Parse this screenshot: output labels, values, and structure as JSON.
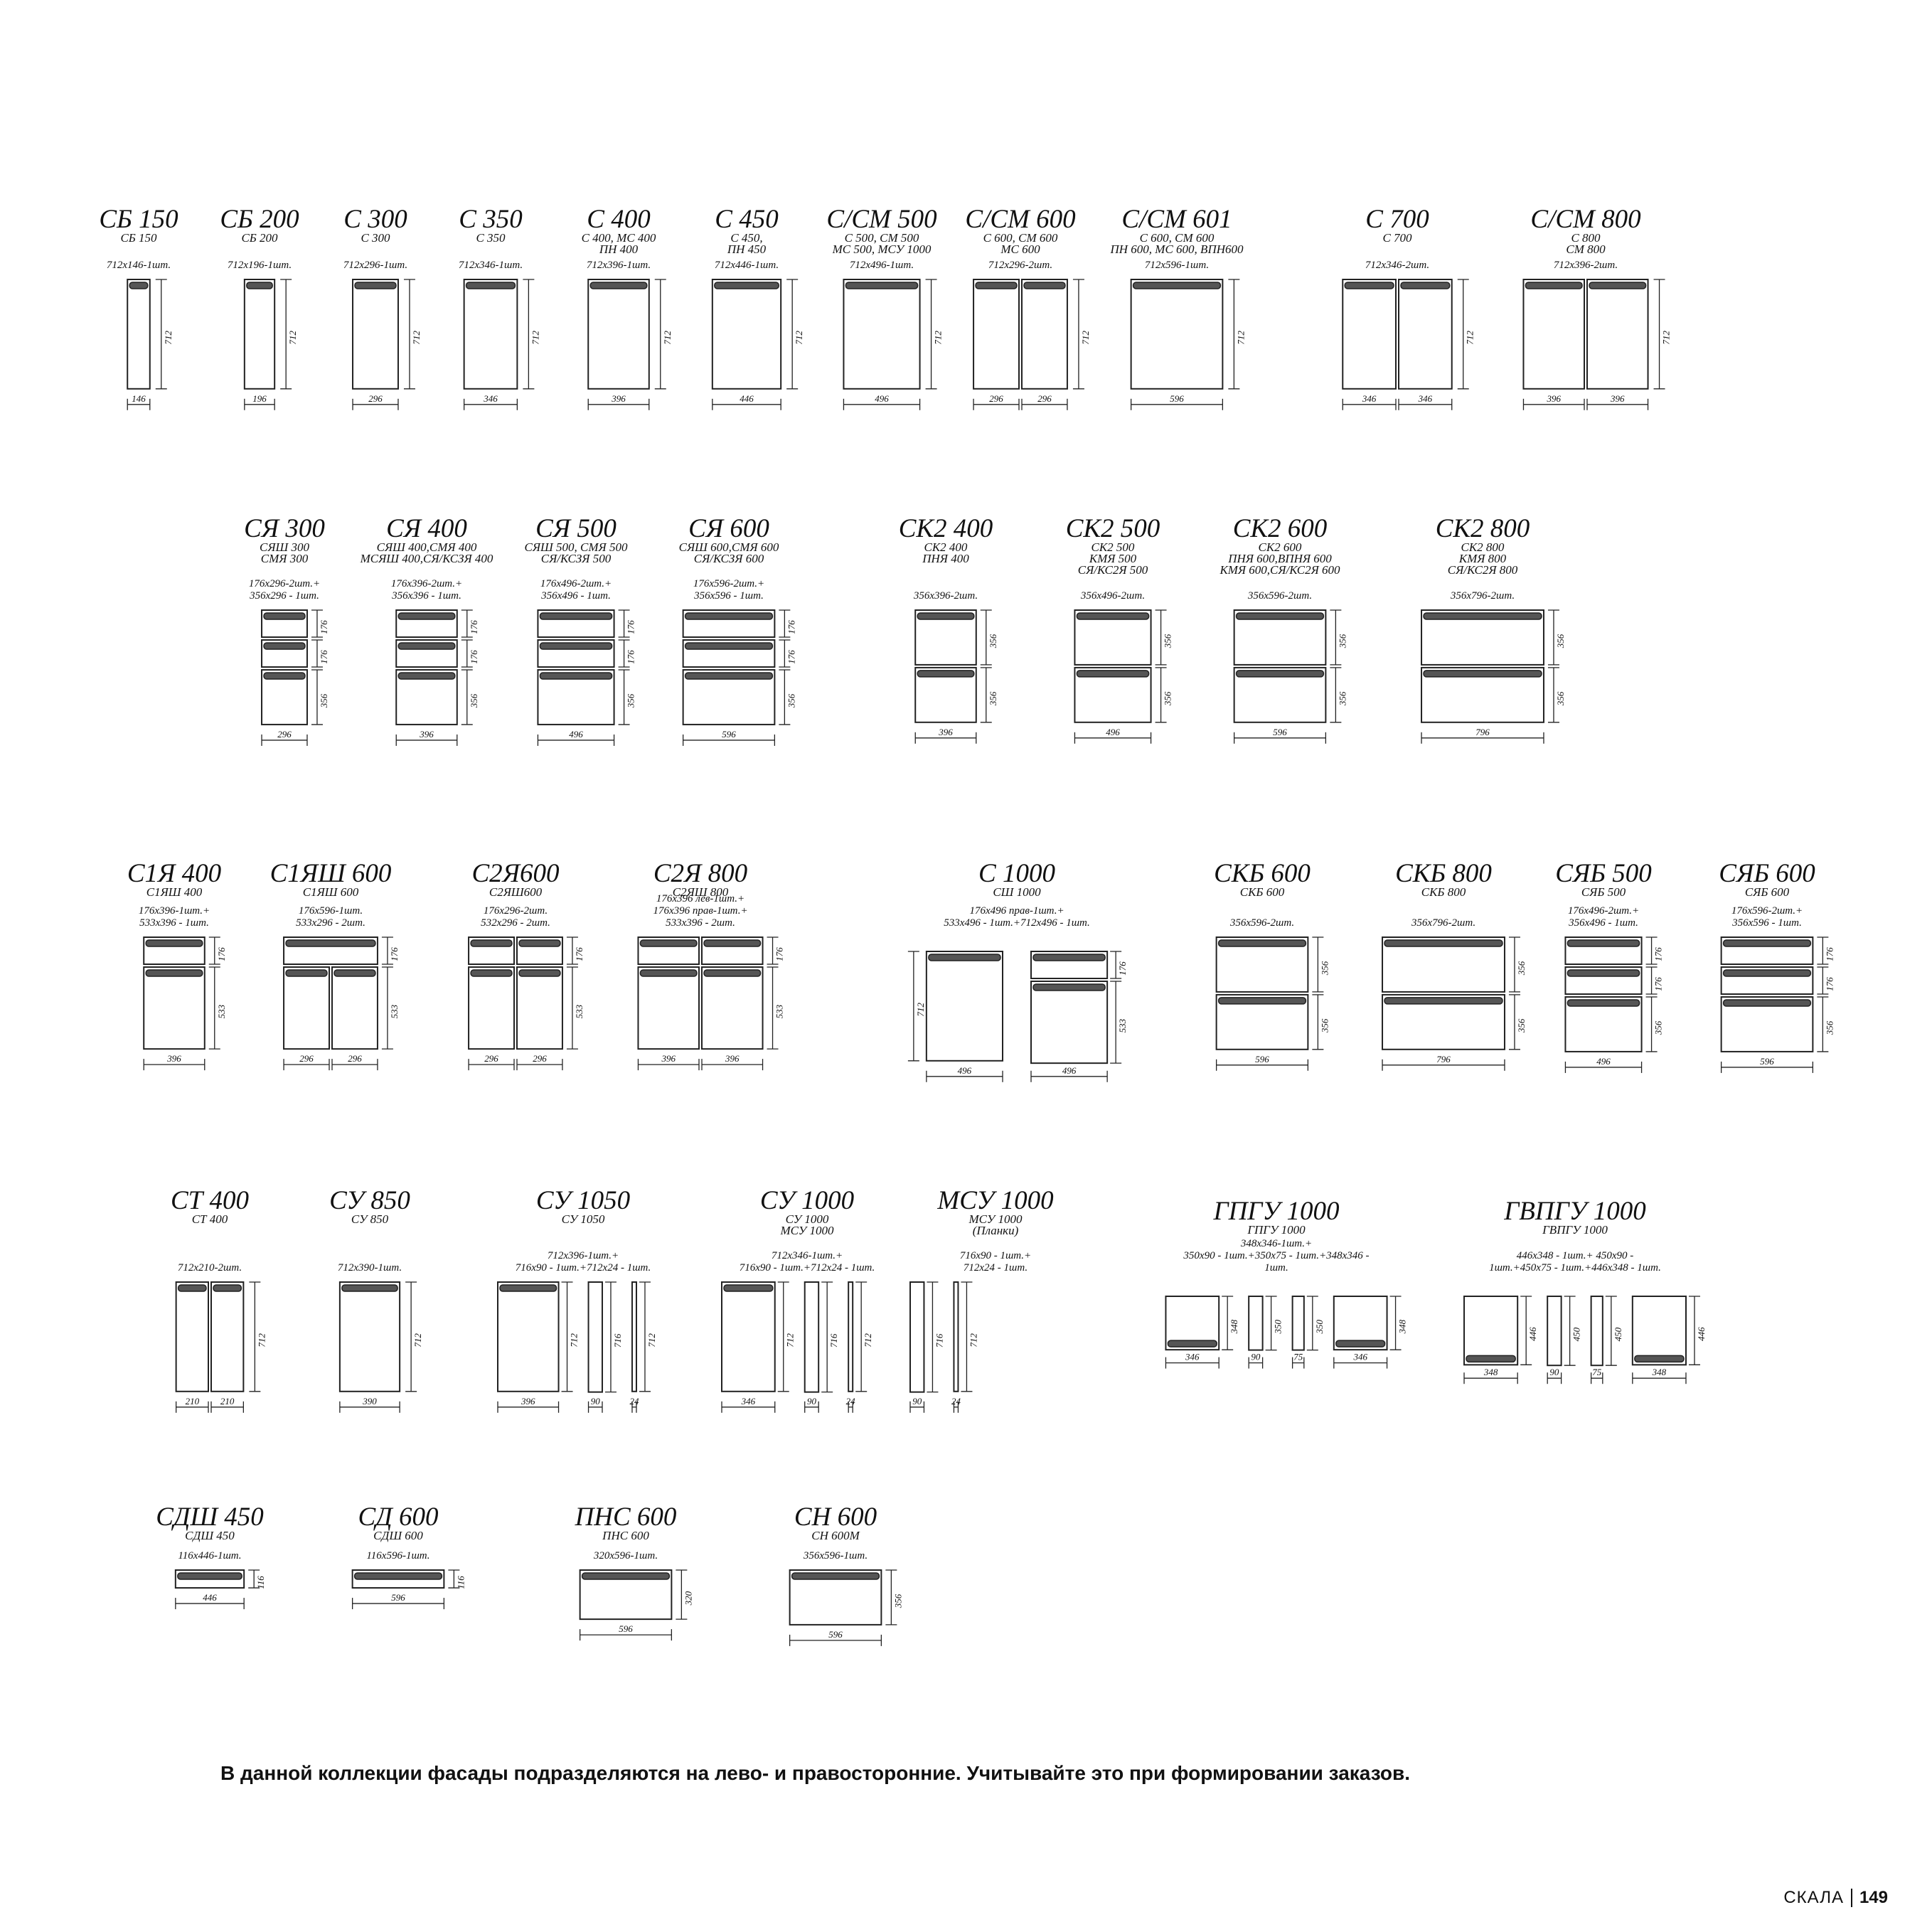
{
  "note": "В данной коллекции фасады подразделяются на лево- и правосторонние. Учитывайте это при формировании заказов.",
  "footer": {
    "brand": "СКАЛА",
    "page": "149"
  },
  "modules": [
    {
      "title": "СБ 150",
      "sub": [
        "СБ 150"
      ],
      "spec": [
        "712х146-1шт."
      ],
      "w": [
        "146"
      ],
      "h": [
        "712"
      ]
    },
    {
      "title": "СБ 200",
      "sub": [
        "СБ 200"
      ],
      "spec": [
        "712х196-1шт."
      ],
      "w": [
        "196"
      ],
      "h": [
        "712"
      ]
    },
    {
      "title": "С 300",
      "sub": [
        "С 300"
      ],
      "spec": [
        "712х296-1шт."
      ],
      "w": [
        "296"
      ],
      "h": [
        "712"
      ]
    },
    {
      "title": "С 350",
      "sub": [
        "С 350"
      ],
      "spec": [
        "712х346-1шт."
      ],
      "w": [
        "346"
      ],
      "h": [
        "712"
      ]
    },
    {
      "title": "С 400",
      "sub": [
        "С 400, МС 400",
        "ПН 400"
      ],
      "spec": [
        "712х396-1шт."
      ],
      "w": [
        "396"
      ],
      "h": [
        "712"
      ]
    },
    {
      "title": "С 450",
      "sub": [
        "С 450,",
        "ПН 450"
      ],
      "spec": [
        "712х446-1шт."
      ],
      "w": [
        "446"
      ],
      "h": [
        "712"
      ]
    },
    {
      "title": "С/СМ 500",
      "sub": [
        "С 500, СМ 500",
        "МС 500, МСУ 1000"
      ],
      "spec": [
        "712х496-1шт."
      ],
      "w": [
        "496"
      ],
      "h": [
        "712"
      ]
    },
    {
      "title": "С/СМ 600",
      "sub": [
        "С 600, СМ 600",
        "МС 600"
      ],
      "spec": [
        "712х296-2шт."
      ],
      "w": [
        "296",
        "296"
      ],
      "h": [
        "712"
      ]
    },
    {
      "title": "С/СМ 601",
      "sub": [
        "С 600, СМ 600",
        "ПН 600, МС 600, ВПН600"
      ],
      "spec": [
        "712х596-1шт."
      ],
      "w": [
        "596"
      ],
      "h": [
        "712"
      ]
    },
    {
      "title": "С 700",
      "sub": [
        "С 700"
      ],
      "spec": [
        "712х346-2шт."
      ],
      "w": [
        "346",
        "346"
      ],
      "h": [
        "712"
      ]
    },
    {
      "title": "С/СМ 800",
      "sub": [
        "С 800",
        "СМ 800"
      ],
      "spec": [
        "712х396-2шт."
      ],
      "w": [
        "396",
        "396"
      ],
      "h": [
        "712"
      ]
    },
    {
      "title": "СЯ 300",
      "sub": [
        "СЯШ 300",
        "СМЯ 300"
      ],
      "spec": [
        "176х296-2шт.+",
        "356х296 - 1шт."
      ],
      "w": [
        "296"
      ],
      "h": [
        "176",
        "176",
        "356"
      ]
    },
    {
      "title": "СЯ 400",
      "sub": [
        "СЯШ 400,СМЯ 400",
        "МСЯШ 400,СЯ/КСЗЯ 400"
      ],
      "spec": [
        "176х396-2шт.+",
        "356х396 - 1шт."
      ],
      "w": [
        "396"
      ],
      "h": [
        "176",
        "176",
        "356"
      ]
    },
    {
      "title": "СЯ 500",
      "sub": [
        "СЯШ 500, СМЯ 500",
        "СЯ/КСЗЯ 500"
      ],
      "spec": [
        "176х496-2шт.+",
        "356х496 - 1шт."
      ],
      "w": [
        "496"
      ],
      "h": [
        "176",
        "176",
        "356"
      ]
    },
    {
      "title": "СЯ 600",
      "sub": [
        "СЯШ 600,СМЯ 600",
        "СЯ/КСЗЯ 600"
      ],
      "spec": [
        "176х596-2шт.+",
        "356х596 - 1шт."
      ],
      "w": [
        "596"
      ],
      "h": [
        "176",
        "176",
        "356"
      ]
    },
    {
      "title": "СК2 400",
      "sub": [
        "СК2 400",
        "ПНЯ 400"
      ],
      "spec": [
        "356х396-2шт."
      ],
      "w": [
        "396"
      ],
      "h": [
        "356",
        "356"
      ]
    },
    {
      "title": "СК2 500",
      "sub": [
        "СК2 500",
        "КМЯ 500",
        "СЯ/КС2Я 500"
      ],
      "spec": [
        "356х496-2шт."
      ],
      "w": [
        "496"
      ],
      "h": [
        "356",
        "356"
      ]
    },
    {
      "title": "СК2 600",
      "sub": [
        "СК2 600",
        "ПНЯ 600,ВПНЯ 600",
        "КМЯ 600,СЯ/КС2Я 600"
      ],
      "spec": [
        "356х596-2шт."
      ],
      "w": [
        "596"
      ],
      "h": [
        "356",
        "356"
      ]
    },
    {
      "title": "СК2 800",
      "sub": [
        "СК2 800",
        "КМЯ 800",
        "СЯ/КС2Я 800"
      ],
      "spec": [
        "356х796-2шт."
      ],
      "w": [
        "796"
      ],
      "h": [
        "356",
        "356"
      ]
    },
    {
      "title": "С1Я 400",
      "sub": [
        "С1ЯШ 400"
      ],
      "spec": [
        "176х396-1шт.+",
        "533х396 - 1шт."
      ],
      "w": [
        "396"
      ],
      "h": [
        "176",
        "533"
      ]
    },
    {
      "title": "С1ЯШ 600",
      "sub": [
        "С1ЯШ 600"
      ],
      "spec": [
        "176х596-1шт.",
        "533х296 - 2шт."
      ],
      "w": [
        "296",
        "296"
      ],
      "h": [
        "176",
        "533"
      ]
    },
    {
      "title": "С2Я600",
      "sub": [
        "С2ЯШ600"
      ],
      "spec": [
        "176х296-2шт.",
        "532х296 - 2шт."
      ],
      "w": [
        "296",
        "296"
      ],
      "h": [
        "176",
        "533"
      ]
    },
    {
      "title": "С2Я 800",
      "sub": [
        "С2ЯШ 800"
      ],
      "spec": [
        "176х396 лев-1шт.+",
        "176х396 прав-1шт.+",
        "533х396 - 2шт."
      ],
      "w": [
        "396",
        "396"
      ],
      "h": [
        "176",
        "533"
      ]
    },
    {
      "title": "С 1000",
      "sub": [
        "СШ 1000"
      ],
      "spec": [
        "176х496 прав-1шт.+",
        "533х496 - 1шт.+712х496 - 1шт."
      ],
      "w": [
        "496",
        "496"
      ],
      "h": [
        "712",
        "176",
        "533"
      ]
    },
    {
      "title": "СКБ 600",
      "sub": [
        "СКБ 600"
      ],
      "spec": [
        "356х596-2шт."
      ],
      "w": [
        "596"
      ],
      "h": [
        "356",
        "356"
      ]
    },
    {
      "title": "СКБ 800",
      "sub": [
        "СКБ 800"
      ],
      "spec": [
        "356х796-2шт."
      ],
      "w": [
        "796"
      ],
      "h": [
        "356",
        "356"
      ]
    },
    {
      "title": "СЯБ 500",
      "sub": [
        "СЯБ 500"
      ],
      "spec": [
        "176х496-2шт.+",
        "356х496 - 1шт."
      ],
      "w": [
        "496"
      ],
      "h": [
        "176",
        "176",
        "356"
      ]
    },
    {
      "title": "СЯБ 600",
      "sub": [
        "СЯБ 600"
      ],
      "spec": [
        "176х596-2шт.+",
        "356х596 - 1шт."
      ],
      "w": [
        "596"
      ],
      "h": [
        "176",
        "176",
        "356"
      ]
    },
    {
      "title": "СТ 400",
      "sub": [
        "СТ 400"
      ],
      "spec": [
        "712х210-2шт."
      ],
      "w": [
        "210",
        "210"
      ],
      "h": [
        "712"
      ]
    },
    {
      "title": "СУ 850",
      "sub": [
        "СУ 850"
      ],
      "spec": [
        "712х390-1шт."
      ],
      "w": [
        "390"
      ],
      "h": [
        "712"
      ]
    },
    {
      "title": "СУ 1050",
      "sub": [
        "СУ 1050"
      ],
      "spec": [
        "712х396-1шт.+",
        "716х90 - 1шт.+712х24 - 1шт."
      ],
      "w": [
        "396",
        "90",
        "24"
      ],
      "h": [
        "712",
        "716",
        "712"
      ]
    },
    {
      "title": "СУ 1000",
      "sub": [
        "СУ 1000",
        "МСУ 1000"
      ],
      "spec": [
        "712х346-1шт.+",
        "716х90 - 1шт.+712х24 - 1шт."
      ],
      "w": [
        "346",
        "90",
        "24"
      ],
      "h": [
        "712",
        "716",
        "712"
      ]
    },
    {
      "title": "МСУ 1000",
      "sub": [
        "МСУ 1000",
        "(Планки)"
      ],
      "spec": [
        "716х90 - 1шт.+",
        "712х24 - 1шт."
      ],
      "w": [
        "90",
        "24"
      ],
      "h": [
        "716",
        "712"
      ]
    },
    {
      "title": "ГПГУ 1000",
      "sub": [
        "ГПГУ 1000"
      ],
      "spec": [
        "348х346-1шт.+",
        "350х90 - 1шт.+350х75 - 1шт.+348х346 -",
        "1шт."
      ],
      "w": [
        "346",
        "90",
        "75",
        "346"
      ],
      "h": [
        "348",
        "350",
        "350",
        "348"
      ]
    },
    {
      "title": "ГВПГУ 1000",
      "sub": [
        "ГВПГУ 1000"
      ],
      "spec": [
        "446х348 - 1шт.+ 450х90 -",
        "1шт.+450х75 - 1шт.+446х348 - 1шт."
      ],
      "w": [
        "348",
        "90",
        "75",
        "348"
      ],
      "h": [
        "446",
        "450",
        "450",
        "446"
      ]
    },
    {
      "title": "СДШ 450",
      "sub": [
        "СДШ 450"
      ],
      "spec": [
        "116х446-1шт."
      ],
      "w": [
        "446"
      ],
      "h": [
        "116"
      ]
    },
    {
      "title": "СД 600",
      "sub": [
        "СДШ 600"
      ],
      "spec": [
        "116х596-1шт."
      ],
      "w": [
        "596"
      ],
      "h": [
        "116"
      ]
    },
    {
      "title": "ПНС 600",
      "sub": [
        "ПНС 600"
      ],
      "spec": [
        "320х596-1шт."
      ],
      "w": [
        "596"
      ],
      "h": [
        "320"
      ]
    },
    {
      "title": "СН 600",
      "sub": [
        "СН 600М"
      ],
      "spec": [
        "356х596-1шт."
      ],
      "w": [
        "596"
      ],
      "h": [
        "356"
      ]
    }
  ]
}
